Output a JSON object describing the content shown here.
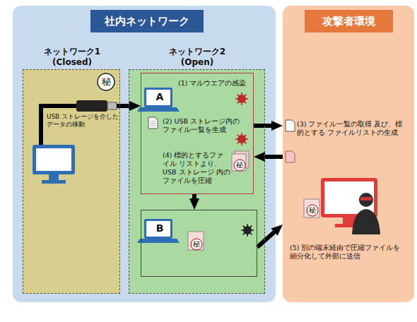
{
  "diagram": {
    "nodes": [
      {
        "text": [
          "社内ネットワーク"
        ]
      },
      {
        "text": [
          "攻撃者環境"
        ]
      },
      {
        "text": [
          "ネットワーク1 (Closed)"
        ],
        "in": 0
      },
      {
        "text": [
          "ネットワーク2 (Open)"
        ],
        "in": 0
      },
      {
        "text": [
          "A",
          "(1) マルウエアの感染",
          "(2) USB ストレージ内の ファイル一覧を生成",
          "(4) 標的とするファイル リストより、USB ストレージ 内のファイルを圧縮"
        ],
        "in": 3
      },
      {
        "text": [
          "B"
        ],
        "in": 3
      }
    ],
    "edges": [
      {
        "from": 2,
        "to": 4,
        "arrow": "to"
      },
      {
        "from": 4,
        "to": 1,
        "arrow": "to"
      },
      {
        "from": 1,
        "to": 4,
        "arrow": "to"
      },
      {
        "from": 4,
        "to": 5,
        "arrow": "to"
      },
      {
        "from": 5,
        "to": 1,
        "arrow": "to"
      }
    ],
    "labels": [
      "秘",
      "USB ストレージを介した データの移動",
      "(3) ファイル一覧の取得 及び、標的とする ファイルリストの生成",
      "秘",
      "秘",
      "秘",
      "(5) 別の端末経由で圧縮ファイルを 細分化して外部に送信"
    ]
  }
}
